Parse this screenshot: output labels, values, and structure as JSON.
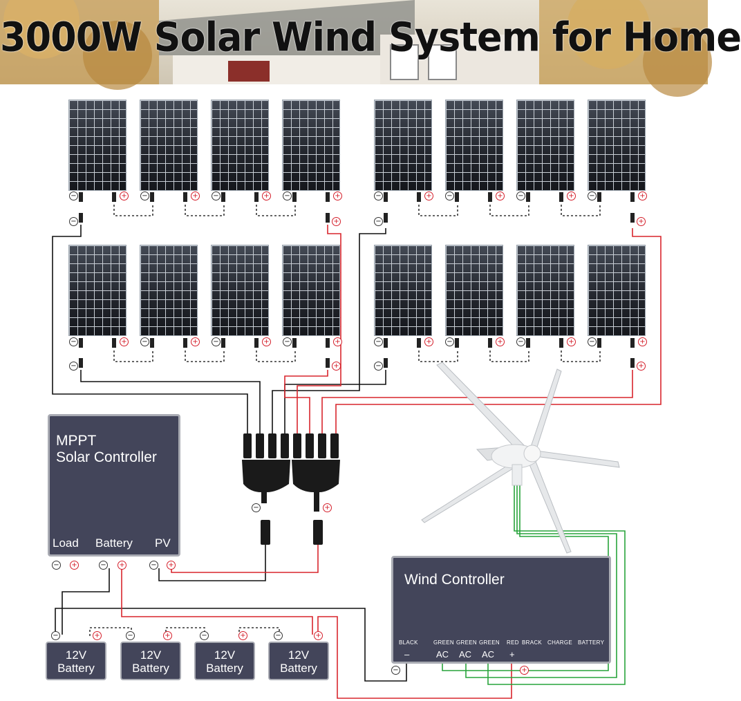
{
  "banner": {
    "title": "3000W Solar Wind System for Home"
  },
  "mppt": {
    "title_line1": "MPPT",
    "title_line2": "Solar Controller",
    "load": "Load",
    "battery": "Battery",
    "pv": "PV"
  },
  "batteries": [
    {
      "line1": "12V",
      "line2": "Battery"
    },
    {
      "line1": "12V",
      "line2": "Battery"
    },
    {
      "line1": "12V",
      "line2": "Battery"
    },
    {
      "line1": "12V",
      "line2": "Battery"
    }
  ],
  "wind_controller": {
    "title": "Wind Controller",
    "terminals": [
      {
        "top": "BLACK",
        "bottom": "–"
      },
      {
        "top": "GREEN",
        "bottom": "AC"
      },
      {
        "top": "GREEN",
        "bottom": "AC"
      },
      {
        "top": "GREEN",
        "bottom": "AC"
      },
      {
        "top": "RED",
        "bottom": "+"
      },
      {
        "top": "BRACK",
        "bottom": ""
      },
      {
        "top": "CHARGE",
        "bottom": ""
      },
      {
        "top": "BATTERY",
        "bottom": ""
      }
    ]
  },
  "symbols": {
    "plus": "+",
    "minus": "−"
  },
  "colors": {
    "positive_wire": "#d8252c",
    "negative_wire": "#111111",
    "ac_wire": "#27a33a",
    "series_link": "#333333",
    "controller_fill": "#43455a"
  }
}
